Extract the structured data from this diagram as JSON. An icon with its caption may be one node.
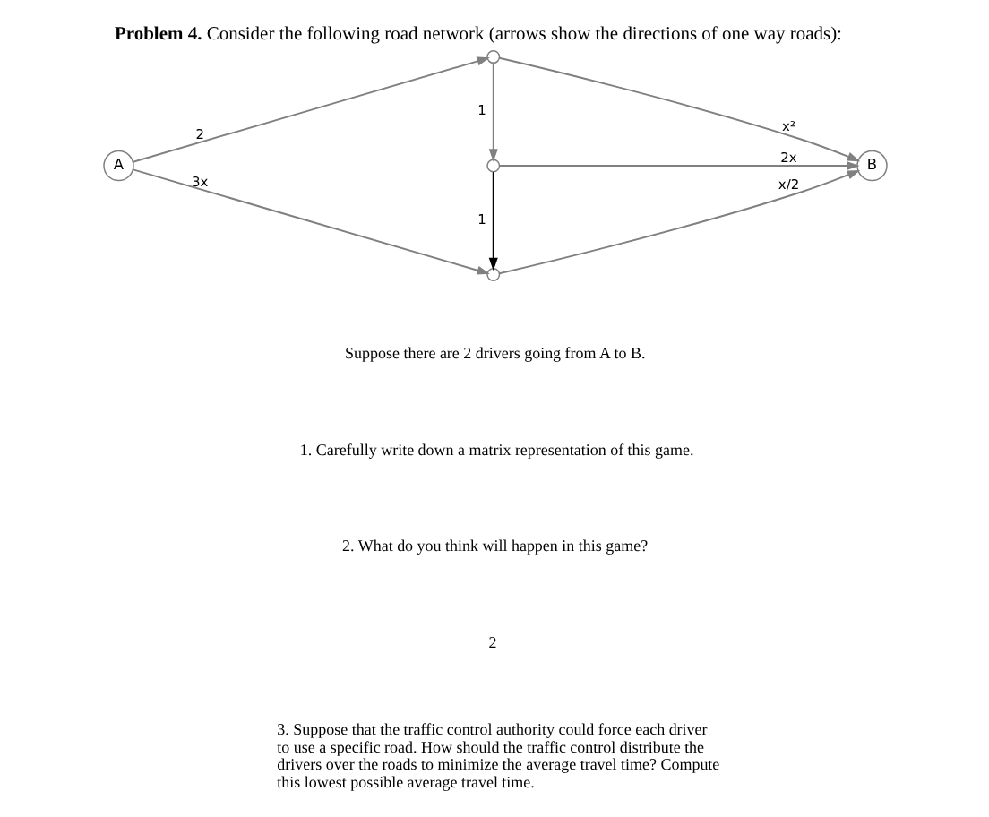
{
  "diagram": {
    "title": "**Problem 4.** Consider the following road network (arrows show the directions of one way roads):",
    "nodes": [
      {
        "text": [
          "A"
        ]
      },
      {
        "text": [],
        "shape": "circle"
      },
      {
        "text": [],
        "shape": "circle"
      },
      {
        "text": [],
        "shape": "circle"
      },
      {
        "text": [
          "B"
        ]
      }
    ],
    "edges": [
      {
        "from": 0,
        "to": 1,
        "arrow": "to",
        "label": "2"
      },
      {
        "from": 1,
        "to": 2,
        "arrow": "to",
        "label": "1"
      },
      {
        "from": 1,
        "to": 4,
        "arrow": "to",
        "label": "x²"
      },
      {
        "from": 2,
        "to": 4,
        "arrow": "to",
        "label": "2x"
      },
      {
        "from": 0,
        "to": 3,
        "arrow": "to",
        "label": "3x"
      },
      {
        "from": 2,
        "to": 3,
        "arrow": "to",
        "label": "1",
        "color": "#000000"
      },
      {
        "from": 3,
        "to": 4,
        "arrow": "to",
        "label": "x/2"
      }
    ],
    "labels": [
      "Suppose there are 2 drivers going from A to B.",
      "1. Carefully write down a matrix representation of this game.",
      "2. What do you think will happen in this game?",
      "2",
      "3. Suppose that the traffic control authority could force each driver to use a specific road. How should the traffic control distribute the drivers over the roads to minimize the average travel time? Compute this lowest possible average travel time."
    ]
  }
}
